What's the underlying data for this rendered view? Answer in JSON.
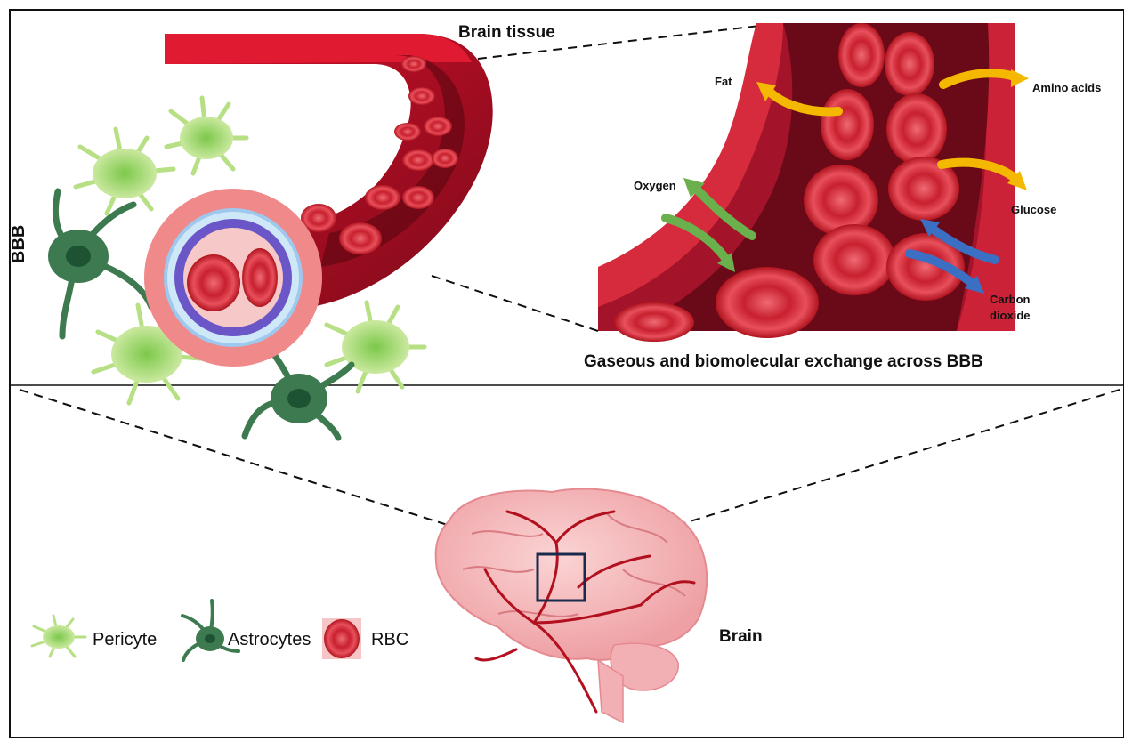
{
  "labels": {
    "brain_tissue": "Brain tissue",
    "bbb": "BBB",
    "fat": "Fat",
    "amino_acids": "Amino acids",
    "oxygen": "Oxygen",
    "glucose": "Glucose",
    "carbon_dioxide_line1": "Carbon",
    "carbon_dioxide_line2": "dioxide",
    "exchange_caption": "Gaseous and biomolecular exchange across BBB",
    "brain": "Brain"
  },
  "legend": {
    "pericyte": "Pericyte",
    "astrocytes": "Astrocytes",
    "rbc": "RBC"
  },
  "colors": {
    "vessel_red": "#c8102e",
    "vessel_dark": "#8b0a1f",
    "rbc": "#e23a4a",
    "pericyte": "#a8d86a",
    "astrocyte": "#3d7a4f",
    "brain_pink": "#f4b8b8",
    "arrow_yellow": "#f5b800",
    "arrow_green": "#6ab04c",
    "arrow_blue": "#3a6fc4"
  }
}
